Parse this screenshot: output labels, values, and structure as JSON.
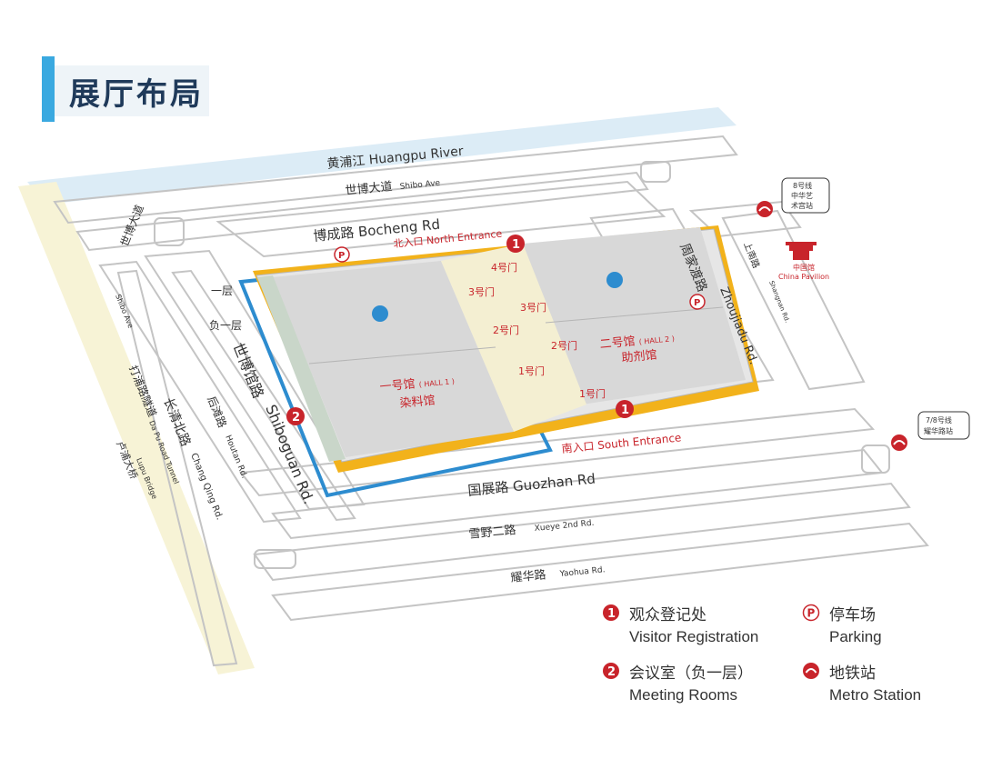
{
  "page": {
    "title": "展厅布局"
  },
  "roads": {
    "huangpu": "黄浦江  Huangpu River",
    "shibo_ave": "世博大道",
    "shibo_ave_en": "Shibo Ave",
    "bocheng": "博成路 Bocheng Rd",
    "shibo_ave_left": "世博大道",
    "shibo_ave_left_en": "Shibo Ave",
    "zhoujiadu_zh": "周家渡路",
    "zhoujiadu_en": "Zhoujiadu Rd.",
    "shangnan_zh": "上南路",
    "shangnan_en": "Shangnan Rd.",
    "shiboguan_zh": "世博馆路",
    "shiboguan_en": "Shiboguan Rd.",
    "houtan_zh": "后滩路",
    "houtan_en": "Houtan Rd.",
    "changqing_zh": "长清北路",
    "changqing_en": "Chang Qing Rd.",
    "dapu_zh": "打浦路隧道",
    "dapu_en": "Da Pu Road Tunnel",
    "lupu_zh": "卢浦大桥",
    "lupu_en": "Lupu Bridge",
    "guozhan": "国展路 Guozhan Rd",
    "xueye_zh": "雪野二路",
    "xueye_en": "Xueye 2nd Rd.",
    "yaohua_zh": "耀华路",
    "yaohua_en": "Yaohua Rd."
  },
  "venue": {
    "floor1": "一层",
    "floorB1": "负一层",
    "north_entrance": "北入口 North Entrance",
    "south_entrance": "南入口 South Entrance",
    "hall1_zh": "一号馆",
    "hall1_tag": "( HALL 1 )",
    "hall1_name": "染料馆",
    "hall2_zh": "二号馆",
    "hall2_tag": "( HALL 2 )",
    "hall2_name": "助剂馆",
    "gates": [
      "4号门",
      "3号门",
      "3号门",
      "2号门",
      "2号门",
      "1号门",
      "1号门"
    ],
    "marker1": "1",
    "marker2": "2"
  },
  "landmarks": {
    "metro8_line1": "8号线",
    "metro8_line2": "中华艺",
    "metro8_line3": "术宫站",
    "metro78_line1": "7/8号线",
    "metro78_line2": "耀华路站",
    "china_pavilion_zh": "中国馆",
    "china_pavilion_en": "China Pavilion"
  },
  "legend": {
    "visitor_zh": "观众登记处",
    "visitor_en": "Visitor Registration",
    "parking_zh": "停车场",
    "parking_en": "Parking",
    "meeting_zh": "会议室（负一层）",
    "meeting_en": "Meeting Rooms",
    "metro_zh": "地铁站",
    "metro_en": "Metro Station",
    "num1": "1",
    "num2": "2",
    "p": "P"
  },
  "colors": {
    "accent_red": "#c8242b",
    "hall_yellow": "#f2b21b",
    "basement_blue": "#2d8ccf",
    "river_blue": "#dcecf6",
    "road_gray": "#bfbfbf",
    "title_blue": "#1f3a5a"
  }
}
